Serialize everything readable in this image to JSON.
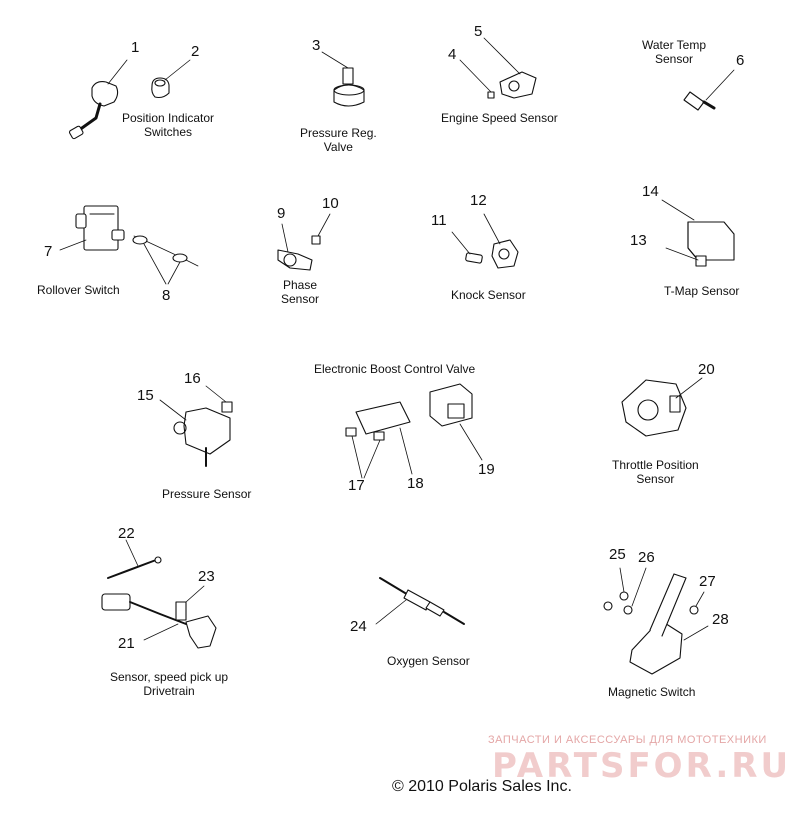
{
  "labels": {
    "position_indicator": "Position Indicator\nSwitches",
    "pressure_reg": "Pressure Reg.\nValve",
    "engine_speed": "Engine Speed Sensor",
    "water_temp": "Water Temp\nSensor",
    "rollover": "Rollover Switch",
    "phase": "Phase\nSensor",
    "knock": "Knock Sensor",
    "tmap": "T-Map Sensor",
    "boost_valve": "Electronic Boost Control Valve",
    "pressure_sensor": "Pressure Sensor",
    "throttle_position": "Throttle Position\nSensor",
    "speed_pickup": "Sensor, speed pick up\nDrivetrain",
    "oxygen": "Oxygen Sensor",
    "magnetic_switch": "Magnetic Switch"
  },
  "callouts": [
    "1",
    "2",
    "3",
    "4",
    "5",
    "6",
    "7",
    "8",
    "9",
    "10",
    "11",
    "12",
    "13",
    "14",
    "15",
    "16",
    "17",
    "18",
    "19",
    "20",
    "21",
    "22",
    "23",
    "24",
    "25",
    "26",
    "27",
    "28"
  ],
  "watermark": {
    "tagline": "ЗАПЧАСТИ И АКСЕССУАРЫ ДЛЯ МОТОТЕХНИКИ",
    "logo": "PARTSFOR.RU"
  },
  "copyright": "© 2010 Polaris Sales Inc."
}
